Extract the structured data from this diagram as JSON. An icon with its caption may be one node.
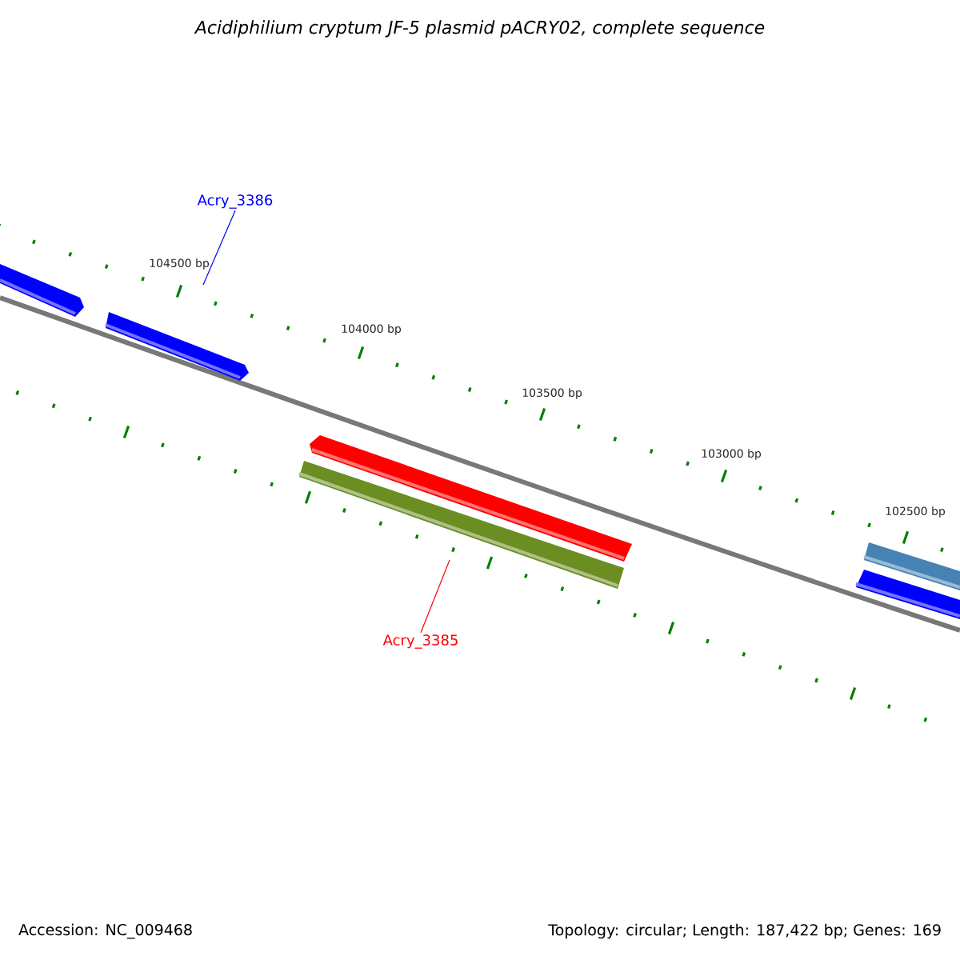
{
  "diagram": {
    "title": "Acidiphilium cryptum JF-5 plasmid pACRY02, complete sequence",
    "nodes": [
      {
        "text": [
          "Acry_3386"
        ]
      },
      {
        "text": [
          "Acry_3385"
        ]
      }
    ],
    "edges": [
      {
        "from": 0,
        "to": null,
        "arrow": "none",
        "color": "#0000ff"
      },
      {
        "from": 1,
        "to": null,
        "arrow": "none",
        "color": "#ff0000"
      }
    ],
    "labels": [
      "104500 bp",
      "104000 bp",
      "103500 bp",
      "103000 bp",
      "102500 bp",
      "Accession: NC_009468",
      "Topology: circular; Length: 187,422 bp; Genes: 169"
    ]
  }
}
